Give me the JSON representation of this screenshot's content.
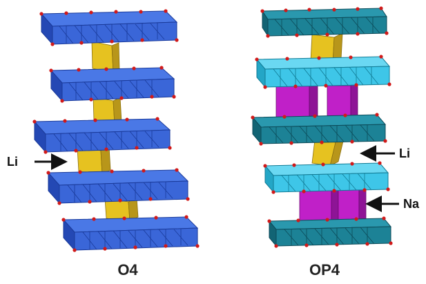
{
  "structures": [
    {
      "name": "O4",
      "layer_color": "#3a66d8",
      "layer_dark_color": "#2448b4",
      "pillar_color": "#e6c220",
      "pillar_dark_color": "#b8961a"
    },
    {
      "name": "OP4",
      "layer_colors": [
        "#1c8296",
        "#3ec6e8",
        "#1c8296",
        "#3ec6e8",
        "#1c8296"
      ],
      "pillar_colors": {
        "Li": "#e6c220",
        "Na": "#c020c8"
      }
    }
  ],
  "labels": {
    "o4_li": "Li",
    "op4_li": "Li",
    "op4_na": "Na"
  },
  "captions": {
    "left": "O4",
    "right": "OP4"
  },
  "atom_color": "#d11a1a"
}
